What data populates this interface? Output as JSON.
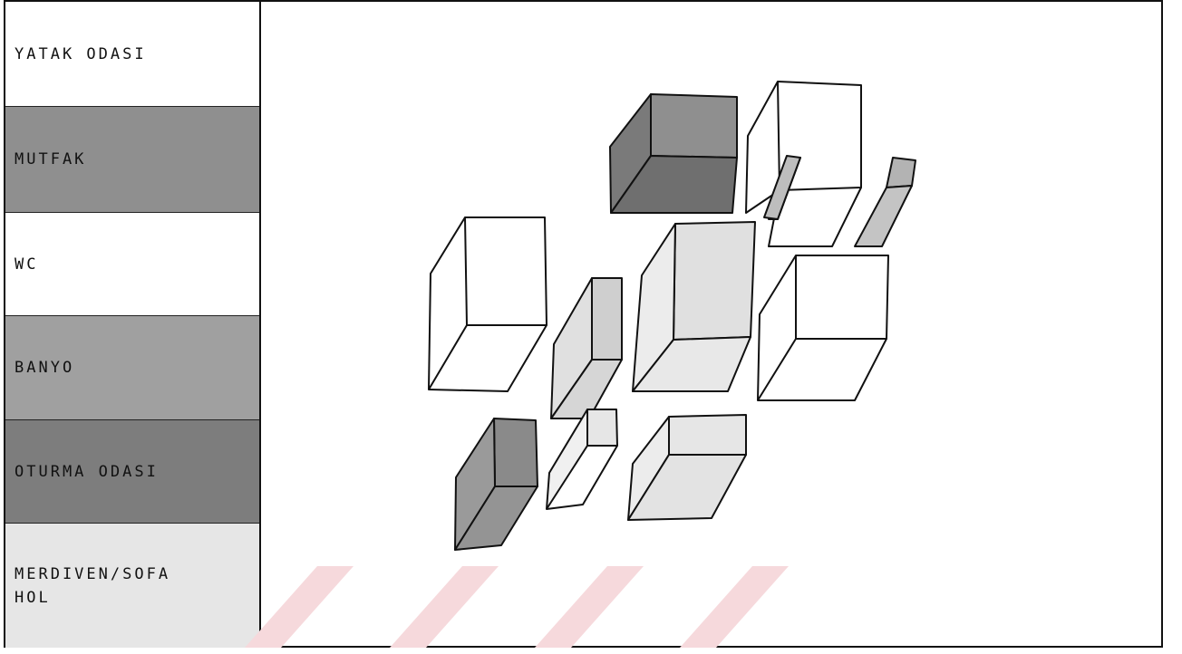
{
  "legend": {
    "items": [
      {
        "label": "YATAK ODASI",
        "fill": "#ffffff"
      },
      {
        "label": "MUTFAK",
        "fill": "#8f8f8f"
      },
      {
        "label": "WC",
        "fill": "#ffffff"
      },
      {
        "label": "BANYO",
        "fill": "#a0a0a0"
      },
      {
        "label": "OTURMA ODASI",
        "fill": "#7d7d7d"
      },
      {
        "label": "MERDIVEN/SOFA\nHOL",
        "fill": "#e6e6e6"
      }
    ]
  },
  "colors": {
    "line": "#111111",
    "watermark": "#f6d9dc"
  }
}
